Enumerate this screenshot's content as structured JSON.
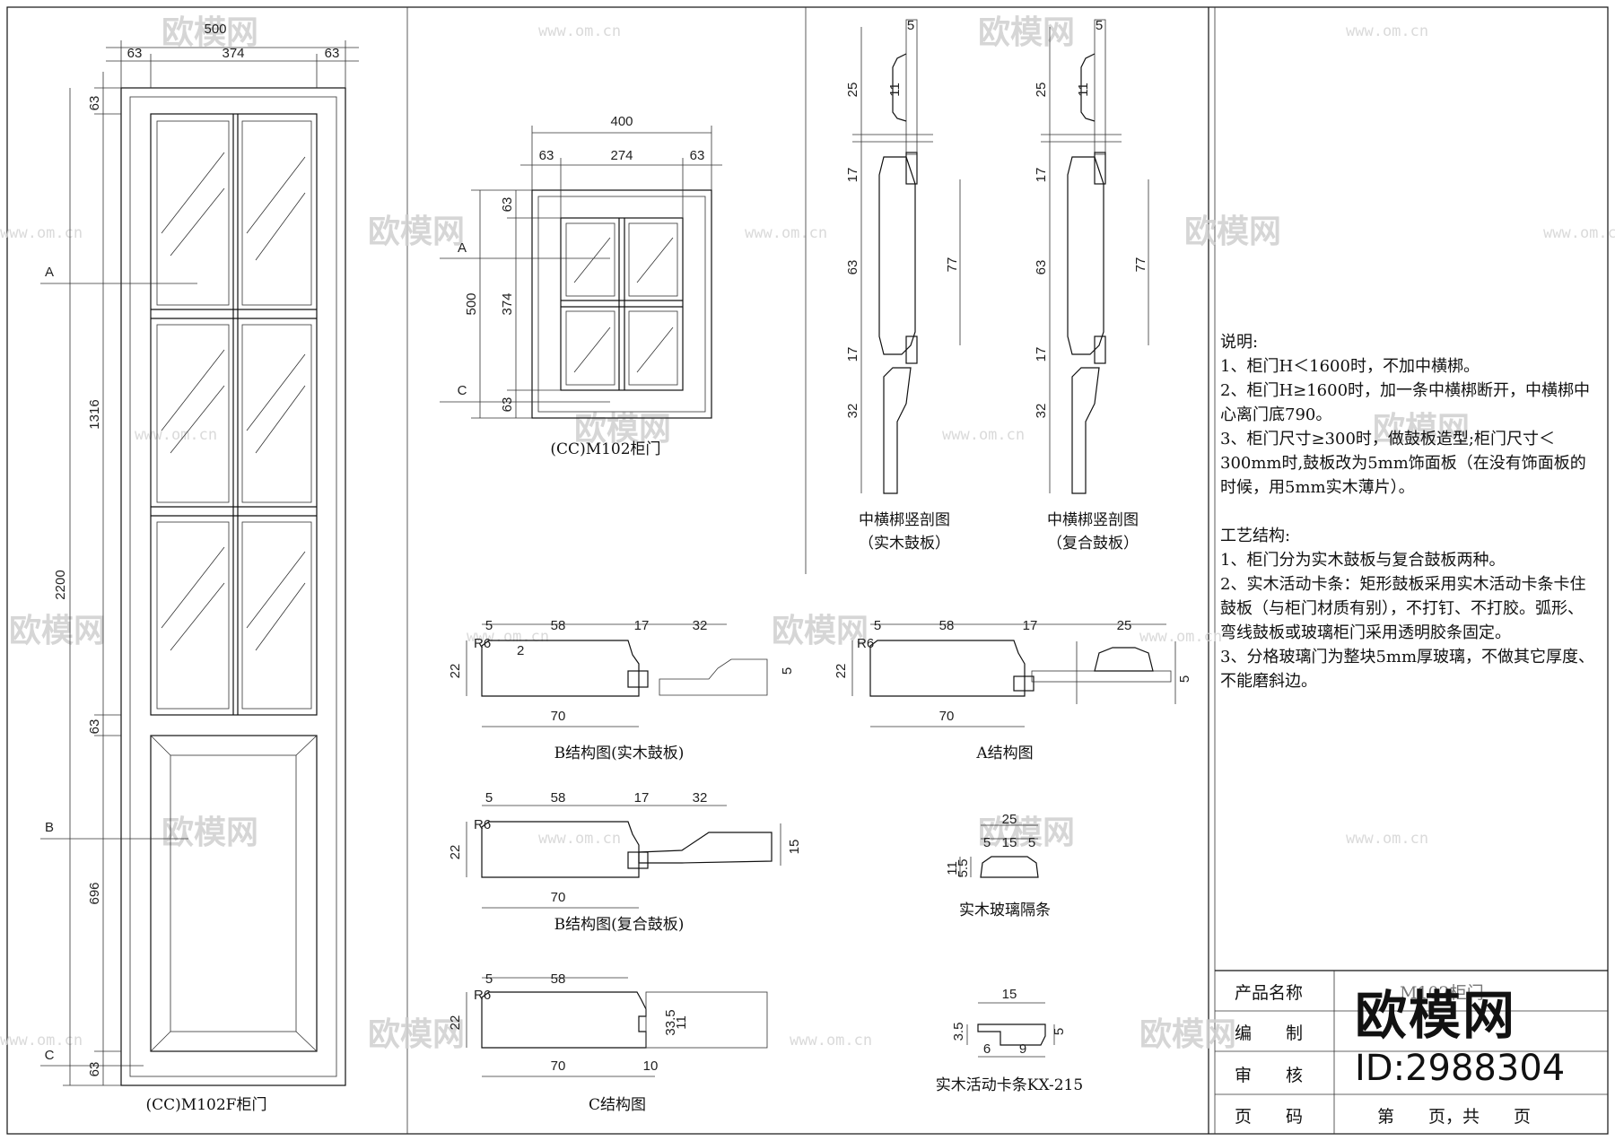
{
  "views": {
    "left_door": {
      "caption": "(CC)M102F柜门",
      "top_total": "500",
      "top_dims": [
        "63",
        "374",
        "63"
      ],
      "left_dims": [
        "63",
        "1316",
        "63",
        "696",
        "63"
      ],
      "overall": "2200",
      "sections": [
        "A",
        "B",
        "C"
      ]
    },
    "small_door": {
      "caption": "(CC)M102柜门",
      "width": "400",
      "top_dims": [
        "63",
        "274",
        "63"
      ],
      "height": "500",
      "left_dims": [
        "63",
        "374",
        "63"
      ],
      "sections": [
        "A",
        "C"
      ]
    },
    "mid_rail_solid": {
      "caption1": "中横梆竖剖图",
      "caption2": "（实木鼓板）",
      "dims": [
        "5",
        "25",
        "11",
        "17",
        "63",
        "17",
        "32",
        "77"
      ]
    },
    "mid_rail_composite": {
      "caption1": "中横梆竖剖图",
      "caption2": "（复合鼓板）",
      "dims": [
        "5",
        "25",
        "11",
        "17",
        "63",
        "17",
        "32",
        "77"
      ]
    },
    "b_solid": {
      "caption": "B结构图(实木鼓板)",
      "dims": [
        "5",
        "58",
        "17",
        "32",
        "22",
        "70",
        "R6",
        "2",
        "5"
      ]
    },
    "a_struct": {
      "caption": "A结构图",
      "dims": [
        "5",
        "58",
        "17",
        "25",
        "22",
        "70",
        "R6",
        "5"
      ]
    },
    "b_composite": {
      "caption": "B结构图(复合鼓板)",
      "dims": [
        "5",
        "58",
        "17",
        "32",
        "22",
        "70",
        "R6",
        "15"
      ]
    },
    "glass_strip": {
      "caption": "实木玻璃隔条",
      "dims": [
        "25",
        "5",
        "15",
        "5",
        "11",
        "5.5"
      ]
    },
    "c_struct": {
      "caption": "C结构图",
      "dims": [
        "5",
        "58",
        "22",
        "70",
        "10",
        "R6",
        "33.5",
        "11"
      ]
    },
    "clip_strip": {
      "caption": "实木活动卡条KX-215",
      "dims": [
        "15",
        "5",
        "3.5",
        "6",
        "9"
      ]
    }
  },
  "notes": {
    "heading": "说明:",
    "items": [
      "1、柜门H＜1600时，不加中横梆。",
      "2、柜门H≥1600时，加一条中横梆断开，中横梆中心离门底790。",
      "3、柜门尺寸≥300时，做鼓板造型;柜门尺寸＜300mm时,鼓板改为5mm饰面板（在没有饰面板的时候，用5mm实木薄片）。"
    ],
    "heading2": "工艺结构:",
    "items2": [
      "1、柜门分为实木鼓板与复合鼓板两种。",
      "2、实木活动卡条：矩形鼓板采用实木活动卡条卡住鼓板（与柜门材质有别），不打钉、不打胶。弧形、弯线鼓板或玻璃柜门采用透明胶条固定。",
      "3、分格玻璃门为整块5mm厚玻璃，不做其它厚度、不能磨斜边。"
    ]
  },
  "title_block": {
    "rows": [
      {
        "label": "产品名称",
        "value": "M102柜门"
      },
      {
        "label": "编　　制",
        "value": ""
      },
      {
        "label": "审　　核",
        "value": ""
      },
      {
        "label": "页　　码",
        "value": "第　　页，共　　页"
      }
    ]
  },
  "watermark": {
    "brand": "欧模网",
    "url": "www.om.cn",
    "id": "ID:2988304"
  }
}
